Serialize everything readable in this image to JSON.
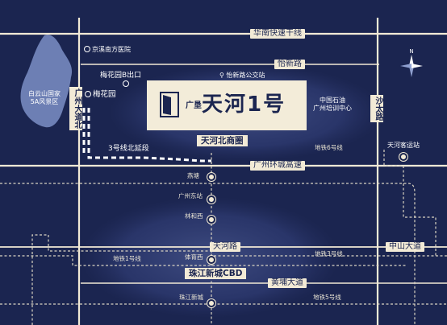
{
  "roads": {
    "huanan": "华南快速干线",
    "yixin": "怡新路",
    "guangzhou_dadao_bei": "广州大道北",
    "shatai": "沙太路",
    "huancheng": "广州环城高速",
    "tianhe_lu": "天河路",
    "zhongshan": "中山大道",
    "huangpu": "黄埔大道"
  },
  "metro": {
    "line3_ext": "3号线北延段",
    "line6": "地铁6号线",
    "line1": "地铁1号线",
    "line3": "地铁3号线",
    "line5": "地铁5号线"
  },
  "pois": {
    "hospital": "京溪南方医院",
    "meihuayuan_b": "梅花园B出口",
    "meihuayuan": "梅花园",
    "bus_station": "怡新路公交站",
    "sinopec": "中国石油\n广州培训中心",
    "baiyun": "白云山国家\n5A风景区",
    "keyun": "天河客运站"
  },
  "stations": {
    "yantang": "燕塘",
    "east": "广州东站",
    "linhexi": "林和西",
    "tiyuxi": "体育西",
    "zhujiang_new": "珠江新城"
  },
  "zones": {
    "tianhe_north": "天河北商圈",
    "zhujiang_cbd": "珠江新城CBD"
  },
  "brand": {
    "sub": "广垦",
    "name": "天河1号"
  }
}
